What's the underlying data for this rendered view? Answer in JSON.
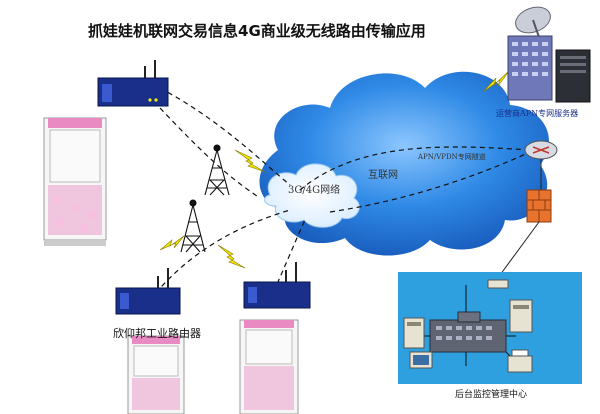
{
  "title": "抓娃娃机联网交易信息4G商业级无线路由传输应用",
  "labels": {
    "network_3g4g": "3G/4G网络",
    "internet": "互联网",
    "tunnel": "APN/VPDN专网隧道",
    "apn_server": "运营商APN专网服务器",
    "router": "欣仰邦工业路由器",
    "monitor_center": "后台监控管理中心"
  },
  "colors": {
    "cloud": "#1f7fe0",
    "lightning": "#f2e600",
    "monitor_panel": "#2ea0e0",
    "machine_pink": "#e98ac2",
    "router_body": "#1a2f8a",
    "firewall": "#e8732e"
  },
  "icons": [
    "claw-machine-icon",
    "router-icon",
    "cell-tower-icon",
    "cloud-icon",
    "satellite-dish-icon",
    "server-icon",
    "network-router-icon",
    "firewall-icon",
    "workstation-icon",
    "printer-icon"
  ]
}
